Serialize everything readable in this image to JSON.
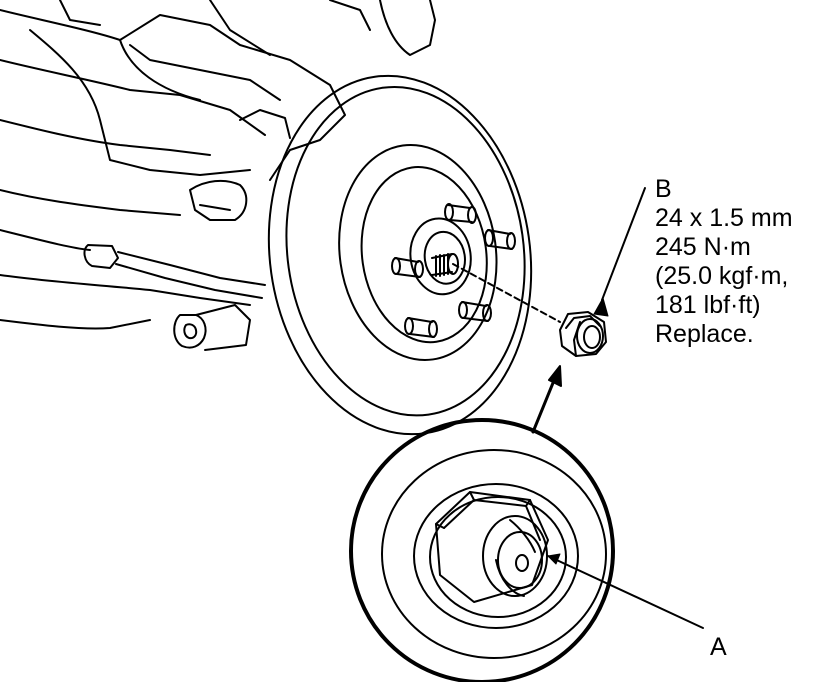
{
  "callouts": {
    "b": {
      "letter": "B",
      "lines": [
        "24 x 1.5 mm",
        "245 N·m",
        "(25.0 kgf·m,",
        "181 lbf·ft)",
        "Replace."
      ]
    },
    "a": {
      "letter": "A"
    }
  },
  "colors": {
    "line": "#000000",
    "background": "#ffffff"
  }
}
